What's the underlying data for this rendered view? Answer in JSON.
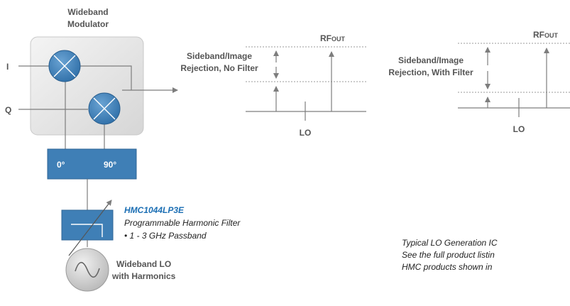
{
  "modulator": {
    "title_line1": "Wideband",
    "title_line2": "Modulator",
    "input_i": "I",
    "input_q": "Q"
  },
  "phase_splitter": {
    "left": "0°",
    "right": "90°"
  },
  "filter": {
    "part_number": "HMC1044LP3E",
    "description": "Programmable Harmonic Filter",
    "passband": "• 1 - 3 GHz Passband"
  },
  "lo_source": {
    "line1": "Wideband LO",
    "line2": "with Harmonics"
  },
  "spectrum_no_filter": {
    "label_line1": "Sideband/Image",
    "label_line2": "Rejection, No Filter",
    "rf_main": "RF",
    "rf_sub": "OUT",
    "lo": "LO"
  },
  "spectrum_with_filter": {
    "label_line1": "Sideband/Image",
    "label_line2": "Rejection, With Filter",
    "rf_main": "RF",
    "rf_sub": "OUT",
    "lo": "LO"
  },
  "caption": {
    "line1": "Typical LO Generation IC",
    "line2": "See the full product listin",
    "line3": "HMC products shown in"
  },
  "colors": {
    "box_blue": "#3f7fb6",
    "mixer_blue": "#3f7fb6",
    "line_gray": "#7d7d7d",
    "part_blue": "#1c6fb4",
    "modulator_bg": "#e6e6e6"
  }
}
